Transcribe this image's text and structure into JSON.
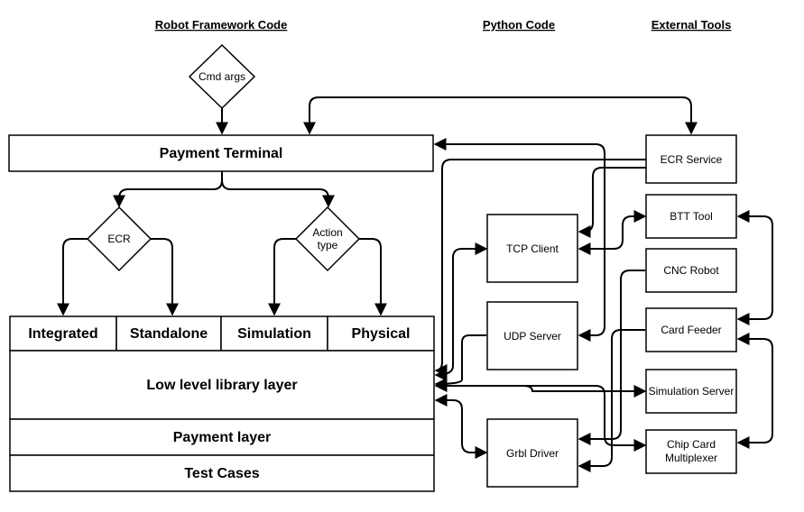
{
  "headers": {
    "robot_framework": "Robot Framework Code",
    "python": "Python Code",
    "external": "External Tools"
  },
  "decisions": {
    "cmd_args": "Cmd args",
    "ecr": "ECR",
    "action_type_1": "Action",
    "action_type_2": "type"
  },
  "robot": {
    "payment_terminal": "Payment Terminal",
    "integrated": "Integrated",
    "standalone": "Standalone",
    "simulation": "Simulation",
    "physical": "Physical",
    "low_level": "Low level library layer",
    "payment_layer": "Payment layer",
    "test_cases": "Test Cases"
  },
  "python": {
    "tcp_client": "TCP Client",
    "udp_server": "UDP Server",
    "grbl_driver": "Grbl Driver"
  },
  "external": {
    "ecr_service": "ECR Service",
    "btt_tool": "BTT Tool",
    "cnc_robot": "CNC Robot",
    "card_feeder": "Card Feeder",
    "simulation_server": "Simulation Server",
    "chip_card_1": "Chip Card",
    "chip_card_2": "Multiplexer"
  }
}
